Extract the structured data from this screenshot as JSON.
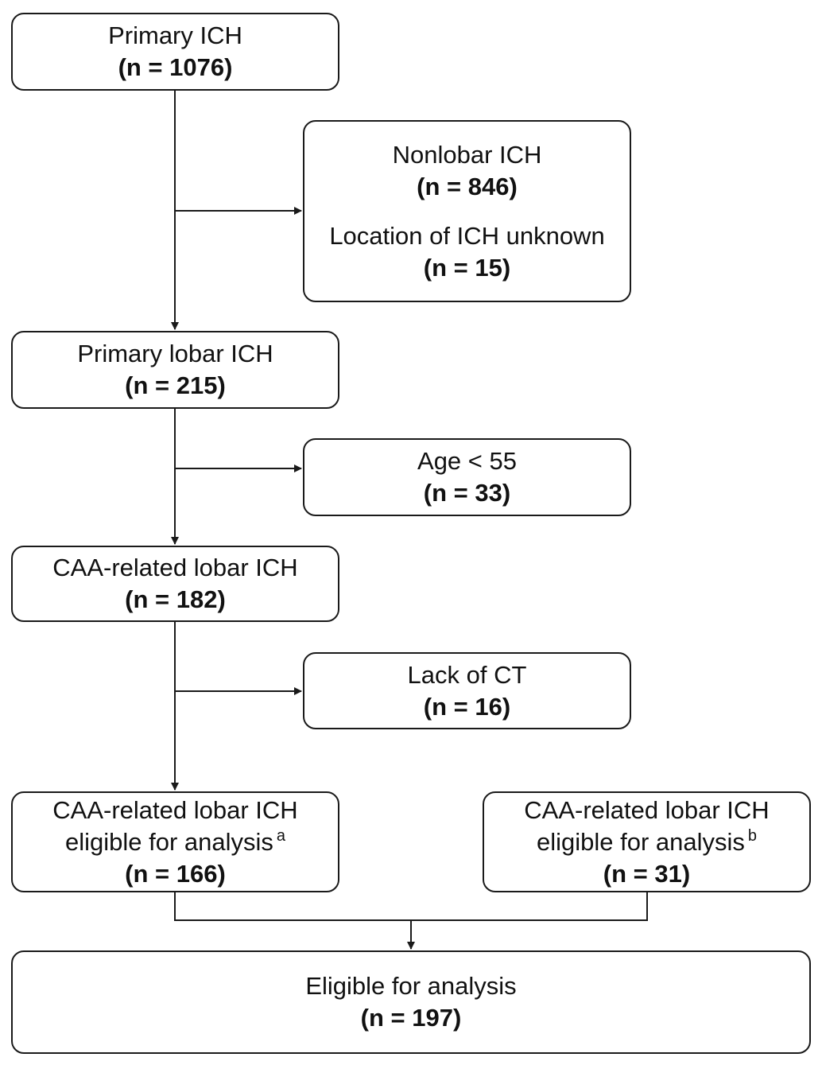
{
  "nodes": {
    "primary": {
      "label": "Primary ICH",
      "count": "(n = 1076)"
    },
    "excluded1": {
      "label_a": "Nonlobar ICH",
      "count_a": "(n = 846)",
      "label_b": "Location of ICH unknown",
      "count_b": "(n = 15)"
    },
    "lobar": {
      "label": "Primary lobar ICH",
      "count": "(n = 215)"
    },
    "excluded2": {
      "label": "Age < 55",
      "count": "(n = 33)"
    },
    "caa": {
      "label": "CAA-related lobar ICH",
      "count": "(n = 182)"
    },
    "excluded3": {
      "label": "Lack of CT",
      "count": "(n = 16)"
    },
    "eligible_a": {
      "line1": "CAA-related lobar ICH",
      "line2": "eligible for analysis",
      "sup": "a",
      "count": "(n = 166)"
    },
    "eligible_b": {
      "line1": "CAA-related lobar ICH",
      "line2": "eligible for analysis",
      "sup": "b",
      "count": "(n = 31)"
    },
    "final": {
      "label": "Eligible for analysis",
      "count": "(n = 197)"
    }
  }
}
